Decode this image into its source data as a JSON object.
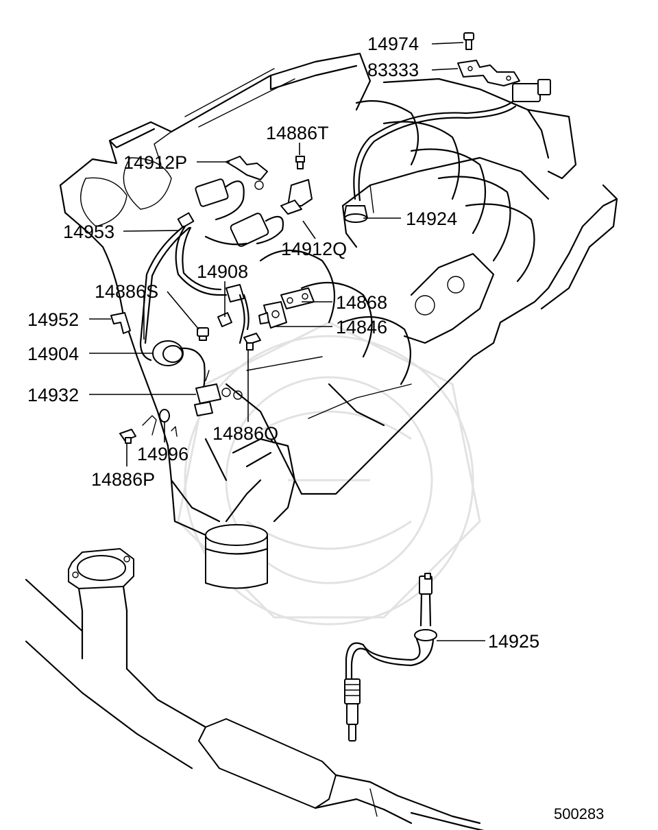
{
  "diagram": {
    "diagram_number": "500283",
    "callouts": [
      {
        "id": "c-14974",
        "label": "14974"
      },
      {
        "id": "c-83333",
        "label": "83333"
      },
      {
        "id": "c-14886T",
        "label": "14886T"
      },
      {
        "id": "c-14912P",
        "label": "14912P"
      },
      {
        "id": "c-14924",
        "label": "14924"
      },
      {
        "id": "c-14953",
        "label": "14953"
      },
      {
        "id": "c-14912Q",
        "label": "14912Q"
      },
      {
        "id": "c-14908",
        "label": "14908"
      },
      {
        "id": "c-14886S",
        "label": "14886S"
      },
      {
        "id": "c-14868",
        "label": "14868"
      },
      {
        "id": "c-14952",
        "label": "14952"
      },
      {
        "id": "c-14846",
        "label": "14846"
      },
      {
        "id": "c-14904",
        "label": "14904"
      },
      {
        "id": "c-14932",
        "label": "14932"
      },
      {
        "id": "c-14886Q",
        "label": "14886Q"
      },
      {
        "id": "c-14996",
        "label": "14996"
      },
      {
        "id": "c-14886P",
        "label": "14886P"
      },
      {
        "id": "c-14925",
        "label": "14925"
      }
    ]
  }
}
